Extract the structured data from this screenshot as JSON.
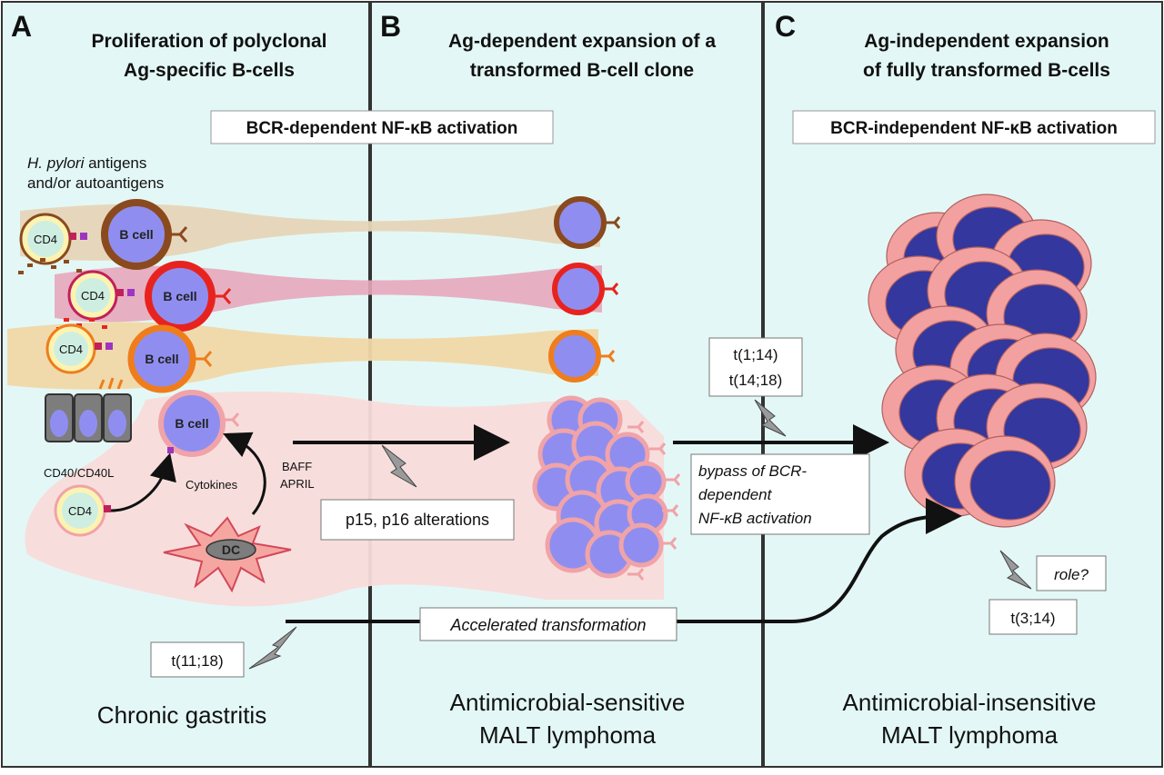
{
  "panels": [
    {
      "letter": "A",
      "title_line1": "Proliferation of polyclonal",
      "title_line2": "Ag-specific B-cells",
      "bottom_line1": "Chronic gastritis",
      "bottom_line2": ""
    },
    {
      "letter": "B",
      "title_line1": "Ag-dependent expansion of a",
      "title_line2": "transformed B-cell clone",
      "bottom_line1": "Antimicrobial-sensitive",
      "bottom_line2": "MALT lymphoma"
    },
    {
      "letter": "C",
      "title_line1": "Ag-independent expansion",
      "title_line2": "of fully transformed B-cells",
      "bottom_line1": "Antimicrobial-insensitive",
      "bottom_line2": "MALT lymphoma"
    }
  ],
  "boxes": {
    "bcr_dependent": "BCR-dependent NF-κB activation",
    "bcr_independent": "BCR-independent NF-κB activation",
    "p15_p16": "p15, p16 alterations",
    "t1_14": "t(1;14)",
    "t14_18": "t(14;18)",
    "bypass_line1": "bypass of  BCR-",
    "bypass_line2": "dependent",
    "bypass_line3": "NF-κB activation",
    "accelerated": "Accelerated transformation",
    "t11_18": "t(11;18)",
    "role": "role?",
    "t3_14": "t(3;14)"
  },
  "labels": {
    "antigens_line1_italic": "H. pylori",
    "antigens_line1_rest": " antigens",
    "antigens_line2": "and/or autoantigens",
    "cd4": "CD4",
    "b_cell": "B cell",
    "cd40": "CD40/CD40L",
    "cytokines": "Cytokines",
    "baff": "BAFF",
    "april": "APRIL",
    "dc": "DC"
  },
  "colors": {
    "panel_bg": "#e3f8f6",
    "band_tan": "#e6d5b8",
    "band_pink": "#e6a7bd",
    "band_orange": "#f0d8a8",
    "band_lightpink": "#f8dcda",
    "b_cell_fill": "#8f8ef0",
    "ring_brown": "#8a4a1e",
    "ring_red": "#e8231f",
    "ring_orange": "#ef7d1c",
    "ring_pink": "#f0a3a8",
    "tumor_fill": "#33379e"
  }
}
